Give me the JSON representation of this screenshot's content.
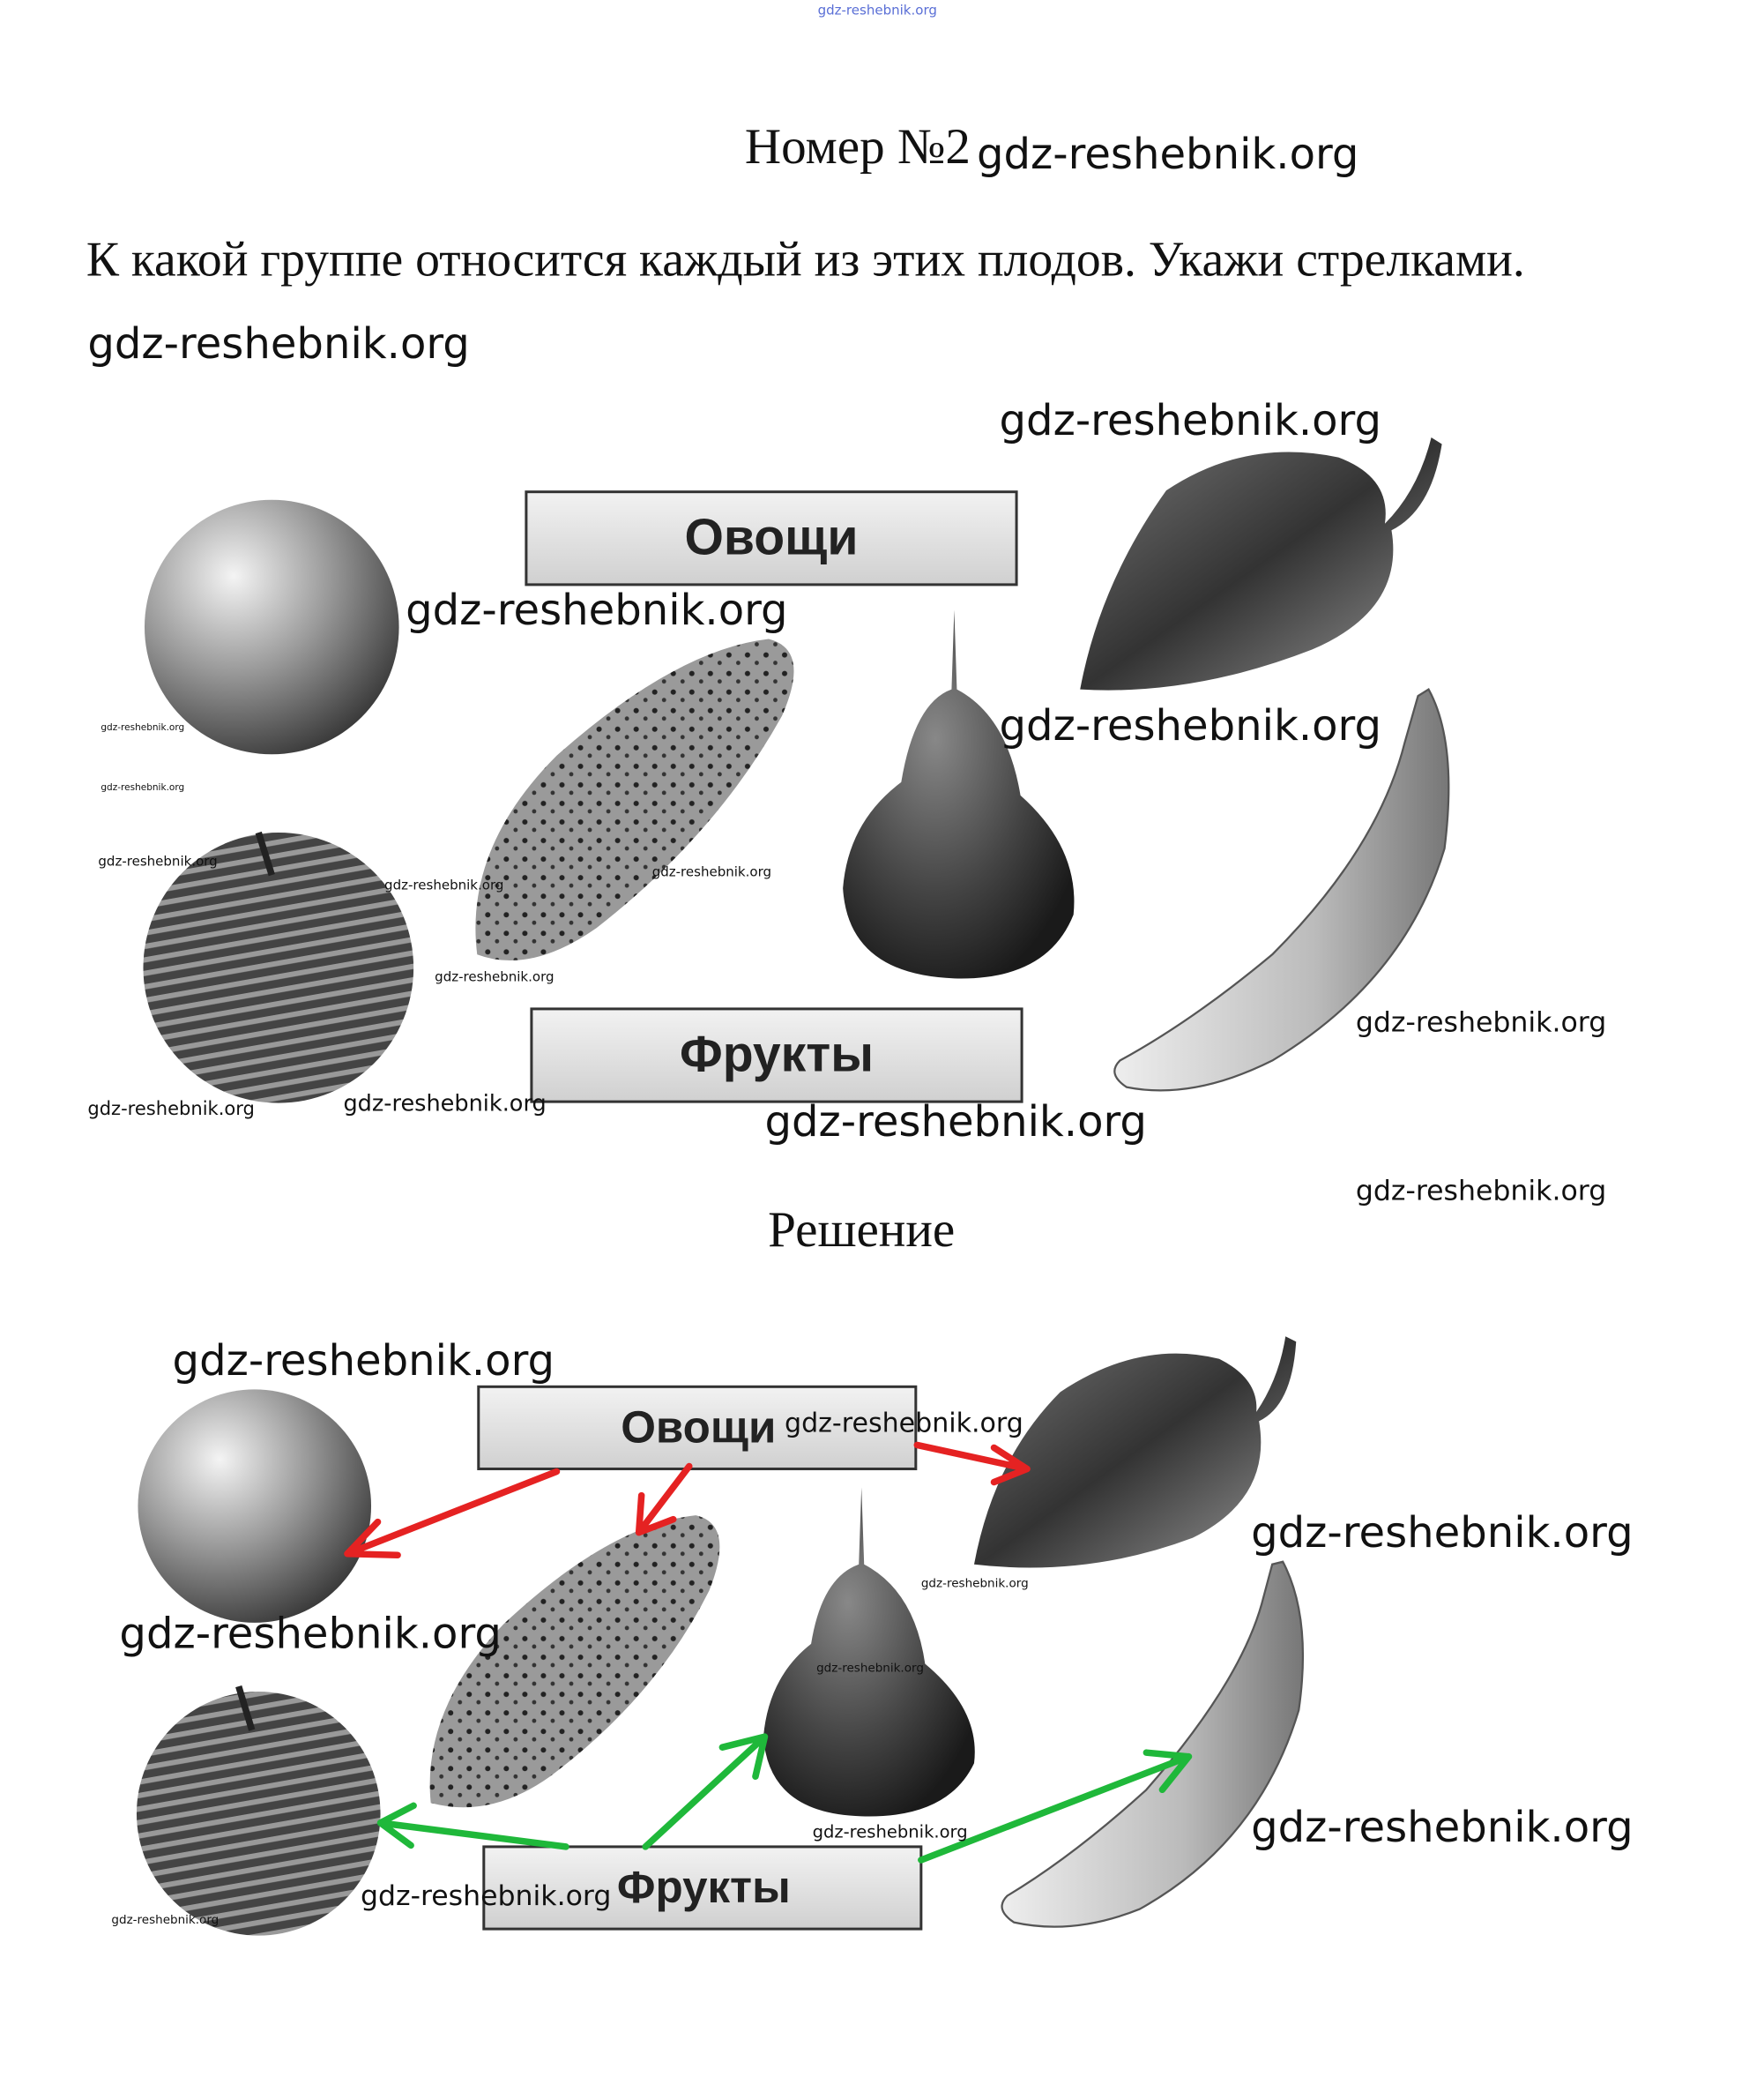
{
  "top_watermark": "gdz-reshebnik.org",
  "header": {
    "number_label": "Номер №2"
  },
  "question": "К какой группе относится каждый из этих плодов. Укажи стрелками.",
  "watermark": "gdz-reshebnik.org",
  "labels": {
    "vegetables": "Овощи",
    "fruits": "Фрукты"
  },
  "solution_label": "Решение",
  "colors": {
    "vegetable_arrow": "#e52222",
    "fruit_arrow": "#1fb83a",
    "top_watermark": "#5a6fd6"
  }
}
